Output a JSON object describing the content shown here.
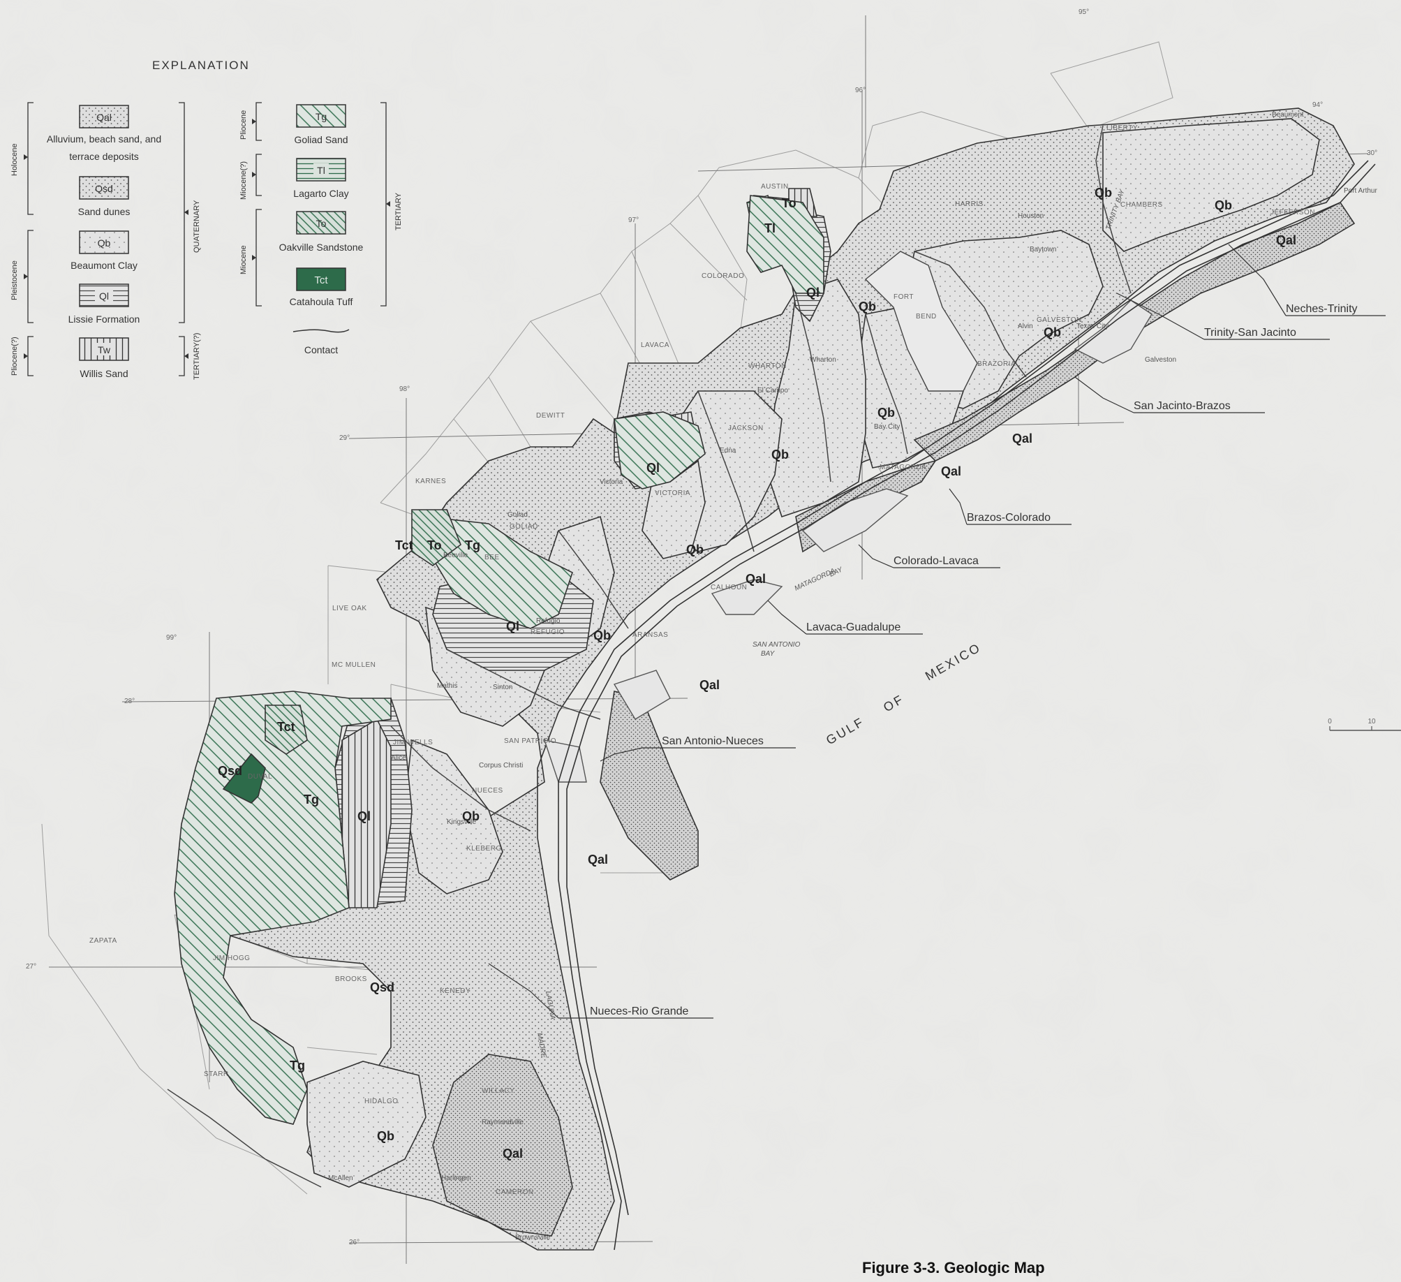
{
  "title": "Figure 3-3.  Geologic Map",
  "explanation": {
    "heading": "EXPLANATION",
    "units": [
      {
        "symbol": "Qal",
        "desc": "Alluvium, beach sand, and",
        "desc2": "terrace deposits",
        "pattern": "dots"
      },
      {
        "symbol": "Qsd",
        "desc": "Sand dunes",
        "pattern": "dots"
      },
      {
        "symbol": "Qb",
        "desc": "Beaumont Clay",
        "pattern": "sparse"
      },
      {
        "symbol": "Ql",
        "desc": "Lissie Formation",
        "pattern": "horiz"
      },
      {
        "symbol": "Tw",
        "desc": "Willis Sand",
        "pattern": "vert"
      },
      {
        "symbol": "Tg",
        "desc": "Goliad Sand",
        "pattern": "diag"
      },
      {
        "symbol": "Tl",
        "desc": "Lagarto Clay",
        "pattern": "horizgreen"
      },
      {
        "symbol": "To",
        "desc": "Oakville Sandstone",
        "pattern": "diag2"
      },
      {
        "symbol": "Tct",
        "desc": "Catahoula Tuff",
        "pattern": "solid"
      }
    ],
    "contact_label": "Contact",
    "epochs": [
      "Holocene",
      "Pleistocene",
      "Pliocene(?)",
      "Pliocene",
      "Miocene(?)",
      "Miocene"
    ],
    "systems": [
      "QUATERNARY",
      "TERTIARY(?)",
      "TERTIARY"
    ]
  },
  "counties": [
    "LIBERTY",
    "HARRIS",
    "CHAMBERS",
    "JEFFERSON",
    "AUSTIN",
    "COLORADO",
    "FORT",
    "BEND",
    "LAVACA",
    "WHARTON",
    "BRAZORIA",
    "GALVESTON",
    "DEWITT",
    "JACKSON",
    "MATAGORDA",
    "KARNES",
    "VICTORIA",
    "GOLIAD",
    "LIVE OAK",
    "BEE",
    "REFUGIO",
    "CALHOUN",
    "ARANSAS",
    "MC MULLEN",
    "SAN PATRICIO",
    "NUECES",
    "JIM WELLS",
    "KLEBERG",
    "DUVAL",
    "BROOKS",
    "KENEDY",
    "ZAPATA",
    "JIM HOGG",
    "STARR",
    "HIDALGO",
    "WILLACY",
    "CAMERON"
  ],
  "cities": [
    "Beaumont",
    "Port Arthur",
    "Houston",
    "Baytown",
    "Alvin",
    "Texas City",
    "Galveston",
    "Wharton",
    "El Campo",
    "Bay City",
    "Edna",
    "Victoria",
    "Goliad",
    "Beeville",
    "Refugio",
    "Sinton",
    "Alice",
    "Corpus Christi",
    "Kingsville",
    "McAllen",
    "Harlingen",
    "Brownsville",
    "Mathis",
    "Raymondville"
  ],
  "coords": [
    "95°",
    "94°",
    "30°",
    "96°",
    "97°",
    "98°",
    "99°",
    "29°",
    "28°",
    "27°",
    "26°"
  ],
  "basins": [
    "Neches-Trinity",
    "Trinity-San Jacinto",
    "San Jacinto-Brazos",
    "Brazos-Colorado",
    "Colorado-Lavaca",
    "Lavaca-Guadalupe",
    "San Antonio-Nueces",
    "Nueces-Rio Grande"
  ],
  "water": [
    "GULF",
    "OF",
    "MEXICO",
    "SAN ANTONIO",
    "BAY",
    "MATAGORDA",
    "BAY",
    "LAGUNA",
    "MADRE",
    "TRINITY BAY"
  ],
  "map_units": [
    "Qal",
    "Qb",
    "Ql",
    "Tw",
    "Tl",
    "Tg",
    "To",
    "Tct",
    "Qsd"
  ],
  "scale": [
    "0",
    "10"
  ],
  "colors": {
    "green": "#2d6b4a",
    "ink": "#333333",
    "paper": "#e9e9e7"
  }
}
